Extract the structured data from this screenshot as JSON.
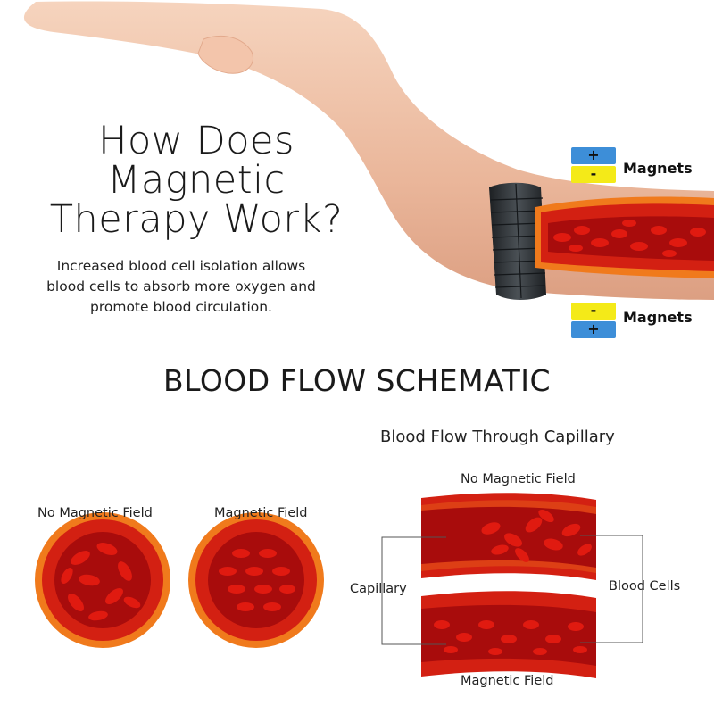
{
  "title_lines": [
    "How Does",
    "Magnetic",
    "Therapy Work?"
  ],
  "description_lines": [
    "Increased blood cell isolation allows",
    "blood cells to absorb more oxygen and",
    "promote blood circulation."
  ],
  "magnets": {
    "top": {
      "first_sign": "+",
      "second_sign": "-",
      "label": "Magnets"
    },
    "bottom": {
      "first_sign": "-",
      "second_sign": "+",
      "label": "Magnets"
    }
  },
  "section_heading": "BLOOD FLOW SCHEMATIC",
  "cross_sections": {
    "left_label": "No Magnetic Field",
    "right_label": "Magnetic Field"
  },
  "capillary": {
    "title": "Blood Flow Through Capillary",
    "top_label": "No Magnetic Field",
    "bottom_label": "Magnetic Field",
    "left_callout": "Capillary",
    "right_callout": "Blood Cells"
  },
  "colors": {
    "vessel_wall": "#d32012",
    "vessel_rim": "#f07a1c",
    "plasma": "#a80c0c",
    "cell": "#e01a10",
    "plus_badge": "#3d8ed8",
    "minus_badge": "#f4ea18",
    "bracelet": "#2c3033"
  }
}
